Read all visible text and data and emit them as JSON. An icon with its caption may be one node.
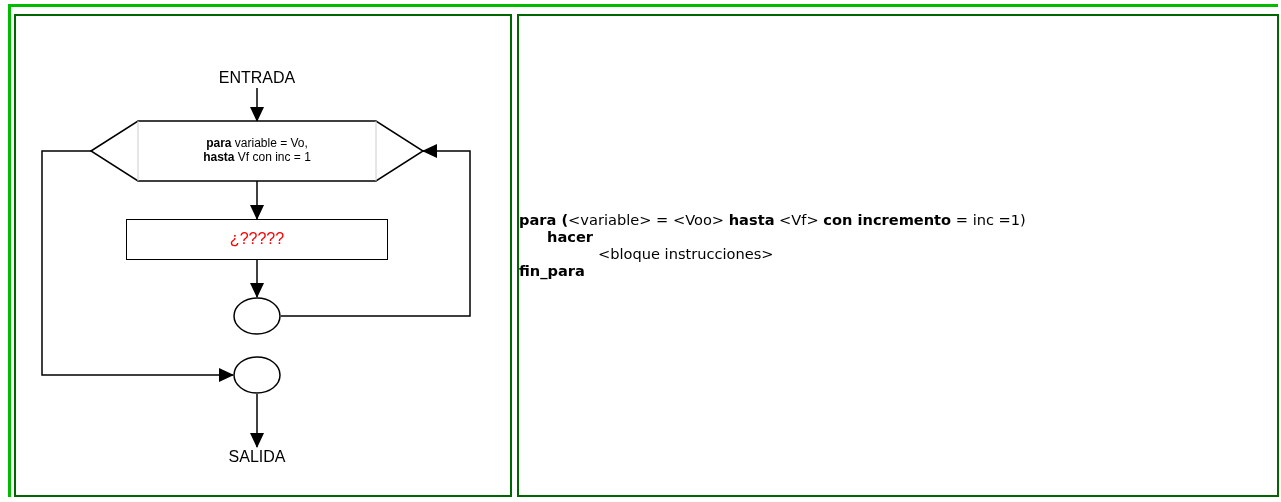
{
  "diagram": {
    "nodes": [
      {
        "text": [
          "ENTRADA"
        ]
      },
      {
        "text": [
          "**para** variable = Vo, **hasta** Vf con inc = 1"
        ]
      },
      {
        "text": [
          "¿?????"
        ]
      },
      {
        "text": [],
        "shape": "circle"
      },
      {
        "text": [],
        "shape": "circle"
      },
      {
        "text": [
          "SALIDA"
        ]
      }
    ],
    "edges": [
      {
        "from": 0,
        "to": 1,
        "arrow": "to"
      },
      {
        "from": 1,
        "to": 2,
        "arrow": "to"
      },
      {
        "from": 2,
        "to": 3,
        "arrow": "to"
      },
      {
        "from": 3,
        "to": 1,
        "arrow": "to"
      },
      {
        "from": 1,
        "to": 4,
        "arrow": "to"
      },
      {
        "from": 4,
        "to": 5,
        "arrow": "to"
      }
    ],
    "labels": [
      "**para (**<variable> = <Voo> **hasta** <Vf> **con incremento** = inc =1)",
      "hacer",
      "<bloque instrucciones>",
      "fin_para"
    ]
  }
}
